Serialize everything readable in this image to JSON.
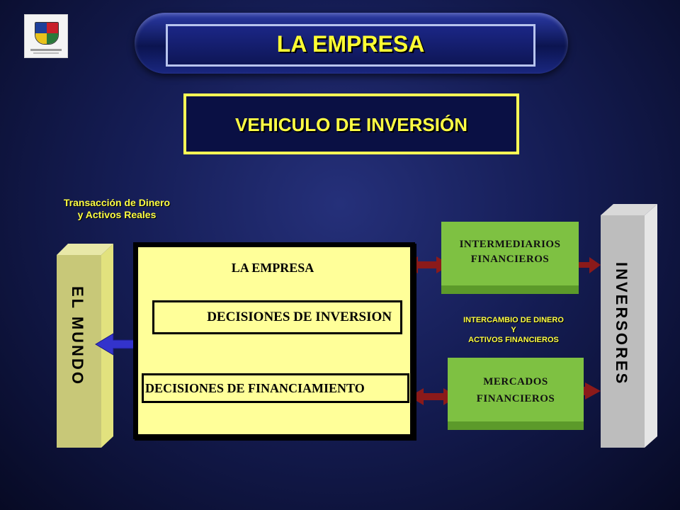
{
  "header": {
    "title": "LA EMPRESA"
  },
  "subtitle": "VEHICULO DE INVERSIÓN",
  "left_caption": {
    "line1": "Transacción de Dinero",
    "line2": "y Activos Reales"
  },
  "el_mundo": "EL MUNDO",
  "inversores": "INVERSORES",
  "empresa": {
    "label": "LA EMPRESA",
    "decisiones_inversion": "DECISIONES  DE INVERSION",
    "decisiones_financiamiento": "DECISIONES  DE FINANCIAMIENTO"
  },
  "intermediarios": {
    "line1": "INTERMEDIARIOS",
    "line2": "FINANCIEROS"
  },
  "mercados": {
    "line1": "MERCADOS",
    "line2": "FINANCIEROS"
  },
  "intercambio": {
    "line1": "INTERCAMBIO  DE DINERO",
    "line2": "Y",
    "line3": "ACTIVOS FINANCIEROS"
  },
  "colors": {
    "accent_yellow": "#ffff44",
    "box_yellow": "#ffff99",
    "green": "#7ec142",
    "arrow_blue": "#3333cc",
    "arrow_red": "#8b1a1a",
    "pillar_mundo": "#c8c878",
    "pillar_inversores": "#bdbdbd"
  }
}
